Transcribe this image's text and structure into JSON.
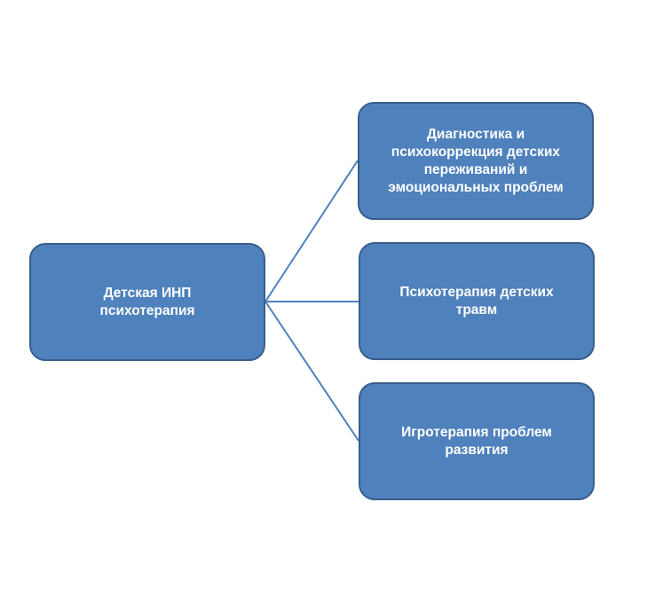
{
  "diagram": {
    "root": {
      "label": "Детская ИНП\nпсихотерапия"
    },
    "branches": [
      {
        "label": "Диагностика и\nпсихокоррекция детских\nпереживаний и\nэмоциональных проблем"
      },
      {
        "label": "Психотерапия детских\nтравм"
      },
      {
        "label": "Игротерапия проблем\nразвития"
      }
    ],
    "colors": {
      "node_fill": "#4f81bd",
      "node_border": "#385d8a",
      "node_text": "#ffffff",
      "connector": "#4f81bd"
    }
  }
}
